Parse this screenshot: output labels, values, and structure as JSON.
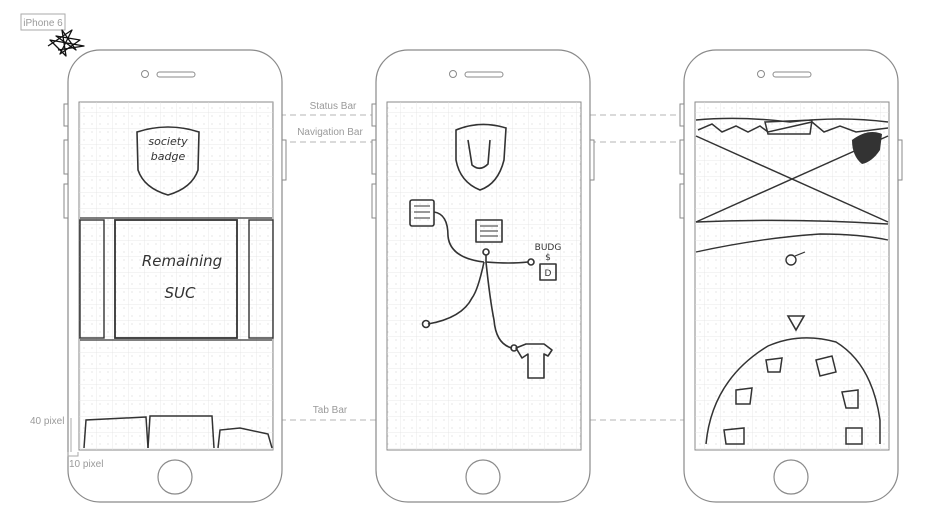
{
  "device_tag": "iPhone 6",
  "guides": {
    "status_bar": "Status Bar",
    "navigation_bar": "Navigation Bar",
    "tab_bar": "Tab Bar"
  },
  "dimensions": {
    "tab_height": "40 pixel",
    "margin": "10 pixel"
  },
  "screen1": {
    "badge_line1": "society",
    "badge_line2": "badge",
    "card_line1": "Remaining",
    "card_line2": "SUC"
  },
  "screen2": {
    "node_label_line1": "BUDG",
    "node_label_line2": "$",
    "node_label_line3": "D"
  }
}
